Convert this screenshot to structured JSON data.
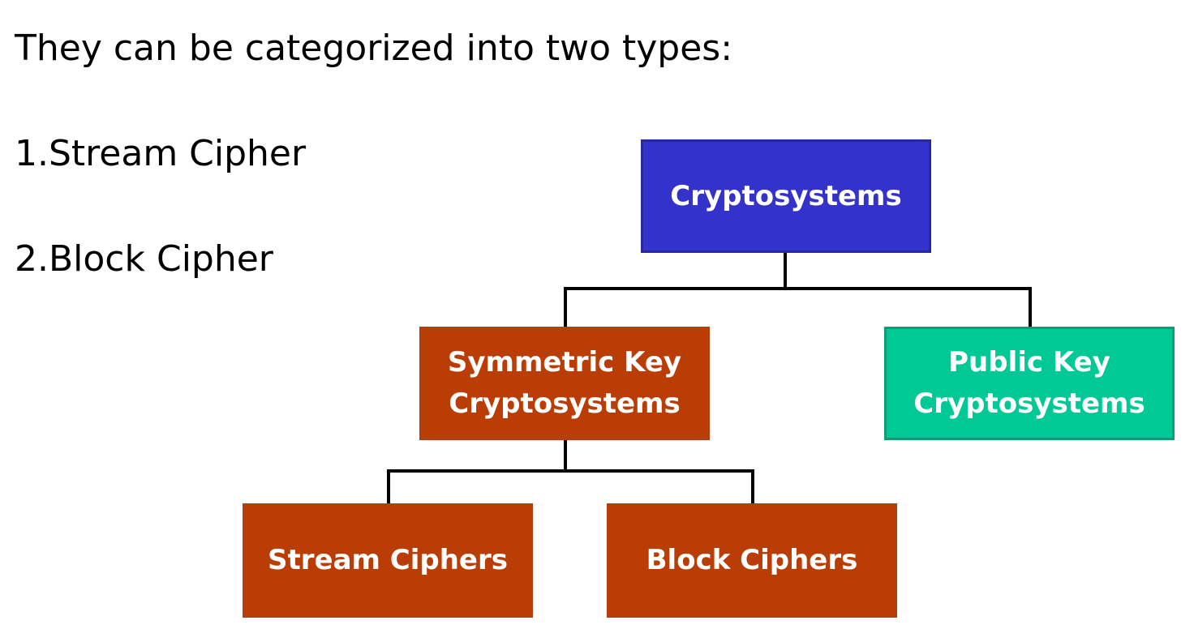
{
  "slide": {
    "intro": "They can be categorized into two types:",
    "items": [
      "1.Stream Cipher",
      "2.Block Cipher"
    ]
  },
  "diagram": {
    "root": {
      "label": "Cryptosystems",
      "color": "#3333cc"
    },
    "symmetric": {
      "line1": "Symmetric Key",
      "line2": "Cryptosystems",
      "color": "#bb3d06"
    },
    "public": {
      "line1": "Public Key",
      "line2": "Cryptosystems",
      "color": "#00c996"
    },
    "stream": {
      "label": "Stream Ciphers",
      "color": "#bb3d06"
    },
    "block": {
      "label": "Block Ciphers",
      "color": "#bb3d06"
    },
    "connector_color": "#000000"
  }
}
